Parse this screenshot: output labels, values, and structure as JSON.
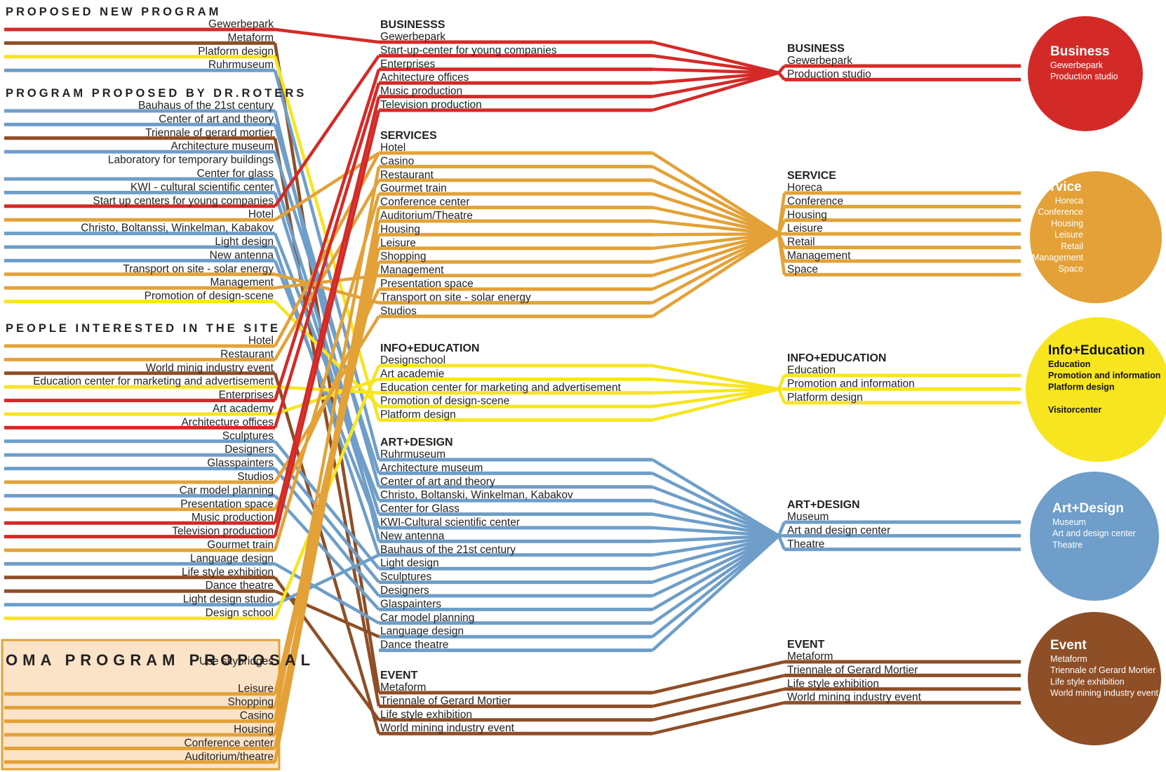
{
  "colors": {
    "business": "#d42a27",
    "service": "#e3a137",
    "info": "#f7e51f",
    "art": "#6e9ec9",
    "event": "#8e4e26"
  },
  "left_sections": [
    {
      "title": "PROPOSED NEW PROGRAM",
      "oma": false,
      "items": [
        {
          "label": "Gewerbepark",
          "cat": "business",
          "target": "mid_business:0"
        },
        {
          "label": "Metaform",
          "cat": "event",
          "target": "mid_event:0"
        },
        {
          "label": "Platform design",
          "cat": "info",
          "target": "mid_info:4"
        },
        {
          "label": "Ruhrmuseum",
          "cat": "art",
          "target": "mid_art:0"
        }
      ]
    },
    {
      "title": "PROGRAM PROPOSED BY DR.ROTERS",
      "oma": false,
      "items": [
        {
          "label": "Bauhaus of the 21st century",
          "cat": "art",
          "target": "mid_art:6"
        },
        {
          "label": "Center of art and theory",
          "cat": "art",
          "target": "mid_art:2"
        },
        {
          "label": "Triennale of gerard mortier",
          "cat": "event",
          "target": "mid_event:1"
        },
        {
          "label": "Architecture museum",
          "cat": "art",
          "target": "mid_art:1"
        },
        {
          "label": "Laboratory for temporary buildings",
          "cat": "none",
          "target": ""
        },
        {
          "label": "Center for glass",
          "cat": "art",
          "target": "mid_art:4"
        },
        {
          "label": "KWI - cultural scientific center",
          "cat": "art",
          "target": "mid_art:5"
        },
        {
          "label": "Start up centers for young companies",
          "cat": "business",
          "target": "mid_business:1"
        },
        {
          "label": "Hotel",
          "cat": "service",
          "target": "mid_services:0"
        },
        {
          "label": "Christo, Boltanssi, Winkelman, Kabakov",
          "cat": "art",
          "target": "mid_art:3"
        },
        {
          "label": "Light design",
          "cat": "art",
          "target": "mid_art:7"
        },
        {
          "label": "New antenna",
          "cat": "art",
          "target": "mid_art:5"
        },
        {
          "label": "Transport on site - solar energy",
          "cat": "service",
          "target": "mid_services:11"
        },
        {
          "label": "Management",
          "cat": "service",
          "target": "mid_services:9"
        },
        {
          "label": "Promotion of design-scene",
          "cat": "info",
          "target": "mid_info:3"
        }
      ]
    },
    {
      "title": "PEOPLE INTERESTED IN THE SITE",
      "oma": false,
      "items": [
        {
          "label": "Hotel",
          "cat": "service",
          "target": "mid_services:0"
        },
        {
          "label": "Restaurant",
          "cat": "service",
          "target": "mid_services:2"
        },
        {
          "label": "World minig industry event",
          "cat": "event",
          "target": "mid_event:3"
        },
        {
          "label": "Education center for marketing and advertisement",
          "cat": "info",
          "target": "mid_info:2"
        },
        {
          "label": "Enterprises",
          "cat": "business",
          "target": "mid_business:2"
        },
        {
          "label": "Art academy",
          "cat": "info",
          "target": "mid_info:1"
        },
        {
          "label": "Architecture offices",
          "cat": "business",
          "target": "mid_business:3"
        },
        {
          "label": "Sculptures",
          "cat": "art",
          "target": "mid_art:8"
        },
        {
          "label": "Designers",
          "cat": "art",
          "target": "mid_art:9"
        },
        {
          "label": "Glasspainters",
          "cat": "art",
          "target": "mid_art:10"
        },
        {
          "label": "Studios",
          "cat": "service",
          "target": "mid_services:12"
        },
        {
          "label": "Car model planning",
          "cat": "art",
          "target": "mid_art:11"
        },
        {
          "label": "Presentation space",
          "cat": "service",
          "target": "mid_services:10"
        },
        {
          "label": "Music production",
          "cat": "business",
          "target": "mid_business:4"
        },
        {
          "label": "Television production",
          "cat": "business",
          "target": "mid_business:5"
        },
        {
          "label": "Gourmet train",
          "cat": "service",
          "target": "mid_services:3"
        },
        {
          "label": "Language design",
          "cat": "art",
          "target": "mid_art:12"
        },
        {
          "label": "Life style exhibition",
          "cat": "event",
          "target": "mid_event:2"
        },
        {
          "label": "Dance theatre",
          "cat": "event",
          "target": "mid_art:13"
        },
        {
          "label": "Light design studio",
          "cat": "art",
          "target": "mid_art:7"
        },
        {
          "label": "Design school",
          "cat": "info",
          "target": "mid_info:0"
        }
      ]
    },
    {
      "title": "OMA PROGRAM PROPOSAL",
      "oma": true,
      "items": [
        {
          "label": "Use skybridges",
          "cat": "none",
          "target": ""
        },
        {
          "label": "",
          "cat": "none",
          "target": ""
        },
        {
          "label": "Leisure",
          "cat": "service",
          "target": "mid_services:7"
        },
        {
          "label": "Shopping",
          "cat": "service",
          "target": "mid_services:8"
        },
        {
          "label": "Casino",
          "cat": "service",
          "target": "mid_services:1"
        },
        {
          "label": "Housing",
          "cat": "service",
          "target": "mid_services:6"
        },
        {
          "label": "Conference center",
          "cat": "service",
          "target": "mid_services:4"
        },
        {
          "label": "Auditorium/theatre",
          "cat": "service",
          "target": "mid_services:5"
        }
      ]
    }
  ],
  "mid_groups": [
    {
      "key": "mid_business",
      "title": "BUSINESSS",
      "cat": "business",
      "right": "business",
      "items": [
        "Gewerbepark",
        "Start-up-center for young companies",
        "Enterprises",
        "Achitecture offices",
        "Music production",
        "Television production"
      ]
    },
    {
      "key": "mid_services",
      "title": "SERVICES",
      "cat": "service",
      "right": "service",
      "items": [
        "Hotel",
        "Casino",
        "Restaurant",
        "Gourmet train",
        "Conference center",
        "Auditorium/Theatre",
        "Housing",
        "Leisure",
        "Shopping",
        "Management",
        "Presentation space",
        "Transport on site - solar energy",
        "Studios"
      ]
    },
    {
      "key": "mid_info",
      "title": "INFO+EDUCATION",
      "cat": "info",
      "right": "info",
      "items": [
        "Designschool",
        "Art academie",
        "Education center for marketing and advertisement",
        "Promotion of design-scene",
        "Platform design"
      ]
    },
    {
      "key": "mid_art",
      "title": "ART+DESIGN",
      "cat": "art",
      "right": "art",
      "items": [
        "Ruhrmuseum",
        "Architecture museum",
        "Center of art and theory",
        "Christo, Boltanski, Winkelman, Kabakov",
        "Center for Glass",
        "KWI-Cultural scientific center",
        "New antenna",
        "Bauhaus of the 21st century",
        "Light design",
        "Sculptures",
        "Designers",
        "Glaspainters",
        "Car model planning",
        "Language design",
        "Dance theatre"
      ]
    },
    {
      "key": "mid_event",
      "title": "EVENT",
      "cat": "event",
      "right": "event",
      "items": [
        "Metaform",
        "Triennale of Gerard Mortier",
        "Life style exhibition",
        "World mining industry event"
      ]
    }
  ],
  "right_groups": [
    {
      "key": "business",
      "title": "BUSINESS",
      "cat": "business",
      "items": [
        "Gewerbepark",
        "Production studio"
      ]
    },
    {
      "key": "service",
      "title": "SERVICE",
      "cat": "service",
      "items": [
        "Horeca",
        "Conference",
        "Housing",
        "Leisure",
        "Retail",
        "Management",
        "Space"
      ]
    },
    {
      "key": "info",
      "title": "INFO+EDUCATION",
      "cat": "info",
      "items": [
        "Education",
        "Promotion and information",
        "Platform design"
      ]
    },
    {
      "key": "art",
      "title": "ART+DESIGN",
      "cat": "art",
      "items": [
        "Museum",
        "Art and design center",
        "Theatre"
      ]
    },
    {
      "key": "event",
      "title": "EVENT",
      "cat": "event",
      "items": [
        "Metaform",
        "Triennale of Gerard Mortier",
        "Life style exhibition",
        "World mining industry event"
      ]
    }
  ],
  "circles": [
    {
      "key": "business",
      "title": "Business",
      "cat": "business",
      "dark": false,
      "align": "left",
      "items": [
        "Gewerbepark",
        "Production studio"
      ]
    },
    {
      "key": "service",
      "title": "Service",
      "cat": "service",
      "dark": false,
      "align": "right",
      "items": [
        "Horeca",
        "Conference",
        "Housing",
        "Leisure",
        "Retail",
        "Management",
        "Space"
      ]
    },
    {
      "key": "info",
      "title": "Info+Education",
      "cat": "info",
      "dark": true,
      "align": "left",
      "items": [
        "Education",
        "Promotion and information",
        "Platform design",
        "",
        "Visitorcenter"
      ]
    },
    {
      "key": "art",
      "title": "Art+Design",
      "cat": "art",
      "dark": false,
      "align": "left",
      "items": [
        "Museum",
        "Art and design center",
        "Theatre"
      ]
    },
    {
      "key": "event",
      "title": "Event",
      "cat": "event",
      "dark": false,
      "align": "left",
      "items": [
        "Metaform",
        "Triennale of Gerard Mortier",
        "Life style exhibition",
        "World mining industry event"
      ]
    }
  ]
}
